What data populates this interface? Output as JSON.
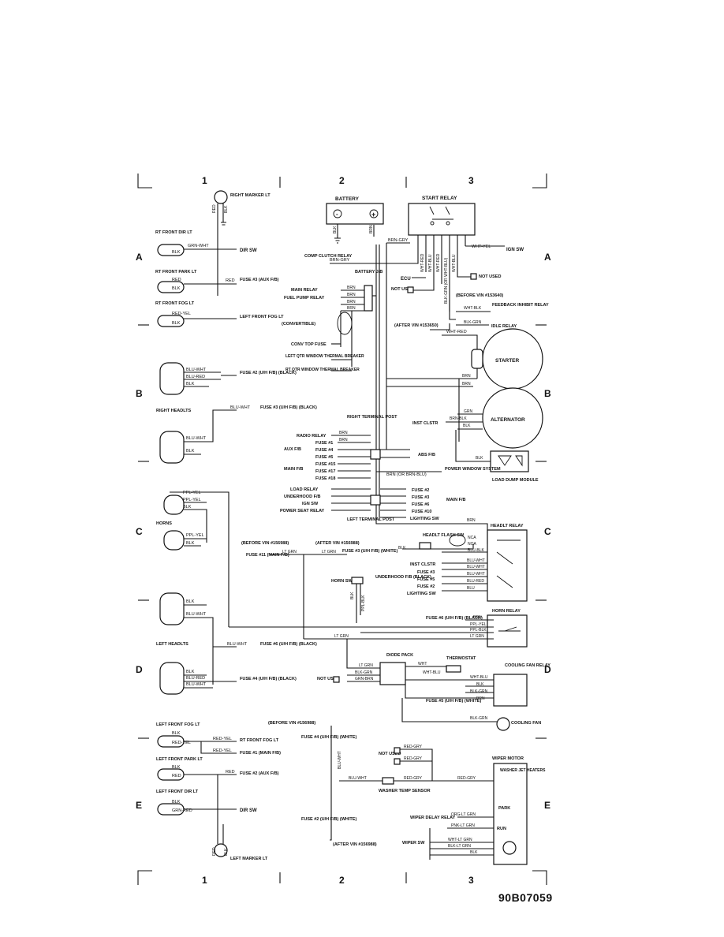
{
  "figure_code": "90B07059",
  "grid": {
    "columns": [
      "1",
      "2",
      "3"
    ],
    "rows": [
      "A",
      "B",
      "C",
      "D",
      "E"
    ]
  },
  "components": {
    "battery": "BATTERY",
    "start_relay": "START RELAY",
    "starter": "STARTER",
    "alternator": "ALTERNATOR",
    "load_dump": "LOAD DUMP MODULE",
    "headlt_relay": "HEADLT RELAY",
    "horn_relay": "HORN RELAY",
    "cooling_fan_relay": "COOLING FAN RELAY",
    "cooling_fan": "COOLING FAN",
    "wiper_motor": "WIPER MOTOR",
    "washer_jet": "WASHER JET HEATERS",
    "thermostat": "THERMOSTAT",
    "diode_pack": "DIODE PACK",
    "battery_jb": "BATTERY J/B",
    "right_terminal_post": "RIGHT TERMINAL POST",
    "left_terminal_post": "LEFT TERMINAL POST",
    "washer_temp_sensor": "WASHER TEMP SENSOR",
    "horns": "HORNS",
    "right_headlts": "RIGHT HEADLTS",
    "left_headlts": "LEFT HEADLTS"
  },
  "labels": {
    "right_marker": "RIGHT MARKER LT",
    "rt_front_dir": "RT FRONT DIR LT",
    "rt_front_park": "RT FRONT PARK LT",
    "rt_front_fog": "RT FRONT FOG LT",
    "dir_sw": "DIR SW",
    "fuse3_aux": "FUSE #3 (AUX F/B)",
    "left_front_fog": "LEFT FRONT FOG LT",
    "comp_clutch": "COMP CLUTCH RELAY",
    "main_relay": "MAIN RELAY",
    "fuel_pump_relay": "FUEL PUMP RELAY",
    "convertible": "(CONVERTIBLE)",
    "conv_top_fuse": "CONV TOP FUSE",
    "left_qtr": "LEFT QTR WINDOW THERMAL BREAKER",
    "rt_qtr": "RT QTR WINDOW THERMAL BREAKER",
    "ecu": "ECU",
    "not_used": "NOT USED",
    "ign_sw": "IGN SW",
    "before_vin_153640": "(BEFORE VIN #153640)",
    "after_vin_153650": "(AFTER VIN #153650)",
    "feedback_inhibit": "FEEDBACK INHIBIT RELAY",
    "idle_relay": "IDLE RELAY",
    "inst_clstr": "INST CLSTR",
    "fuse2_uh_black": "FUSE #2 (U/H F/B) (BLACK)",
    "fuse3_uh_black": "FUSE #3 (U/H F/B) (BLACK)",
    "radio_relay": "RADIO RELAY",
    "aux_fb": "AUX F/B",
    "main_fb": "MAIN F/B",
    "fuse1": "FUSE #1",
    "fuse4": "FUSE #4",
    "fuse5": "FUSE #5",
    "fuse15": "FUSE #15",
    "fuse17": "FUSE #17",
    "fuse18": "FUSE #18",
    "abs_fb": "ABS F/B",
    "power_window": "POWER WINDOW SYSTEM",
    "load_relay": "LOAD RELAY",
    "underhood_fb": "UNDERHOOD F/B",
    "power_seat": "POWER SEAT RELAY",
    "fuse2": "FUSE #2",
    "fuse3": "FUSE #3",
    "fuse6": "FUSE #6",
    "fuse10": "FUSE #10",
    "lighting_sw": "LIGHTING SW",
    "before_vin_156988": "(BEFORE VIN #156988)",
    "after_vin_156988": "(AFTER VIN #156988)",
    "fuse11_main": "FUSE #11 (MAIN F/B)",
    "fuse3_uh_white": "FUSE #3 (U/H F/B) (WHITE)",
    "headlt_flash": "HEADLT FLASH SW",
    "underhood_black": "UNDERHOOD F/B (BLACK)",
    "horn_sw": "HORN SW",
    "fuse6_uh_black": "FUSE #6 (U/H F/B) (BLACK)",
    "fuse4_uh_black": "FUSE #4 (U/H F/B) (BLACK)",
    "fuse5_uh_white": "FUSE #5 (U/H F/B) (WHITE)",
    "fuse1_main": "FUSE #1 (MAIN F/B)",
    "fuse2_aux": "FUSE #2 (AUX F/B)",
    "fuse4_uh_white": "FUSE #4 (U/H F/B) (WHITE)",
    "fuse2_uh_white": "FUSE #2 (U/H F/B) (WHITE)",
    "left_front_park": "LEFT FRONT PARK LT",
    "left_front_dir": "LEFT FRONT DIR LT",
    "rt_front_fog_lt": "RT FRONT FOG LT",
    "left_marker": "LEFT MARKER LT",
    "wiper_delay": "WIPER DELAY RELAY",
    "wiper_sw": "WIPER SW",
    "park": "PARK",
    "run": "RUN"
  },
  "wires": {
    "red": "RED",
    "blk": "BLK",
    "grn_wht": "GRN-WHT",
    "red_yel": "RED-YEL",
    "brn": "BRN",
    "brn_gry": "BRN-GRY",
    "wht_red": "WHT-RED",
    "wht_blu": "WHT-BLU",
    "wht_yel": "WHT-YEL",
    "wht_blk": "WHT-BLK",
    "blk_grn": "BLK-GRN",
    "blk_grn_or": "BLK-GRN (OR WHT-BLU)",
    "brn_blk": "BRN-BLK",
    "grn": "GRN",
    "blu_wht": "BLU-WHT",
    "blu_red": "BLU-RED",
    "blu_blk": "BLU-BLK",
    "blu": "BLU",
    "ppl_yel": "PPL-YEL",
    "ppl_blk": "PPL-BLK",
    "lt_grn": "LT GRN",
    "blk_grn2": "BLK-GRN",
    "grn_brn": "GRN-BRN",
    "brn_or_blu": "BRN (OR BRN-BLU)",
    "red_gry": "RED-GRY",
    "org_lt_grn": "ORG-LT GRN",
    "pnk_lt_grn": "PNK-LT GRN",
    "wht_lt_grn": "WHT-LT GRN",
    "blk_lt_grn": "BLK-LT GRN",
    "grn_red": "GRN-RED",
    "wht": "WHT",
    "nca": "NCA",
    "noa": "NOA"
  }
}
